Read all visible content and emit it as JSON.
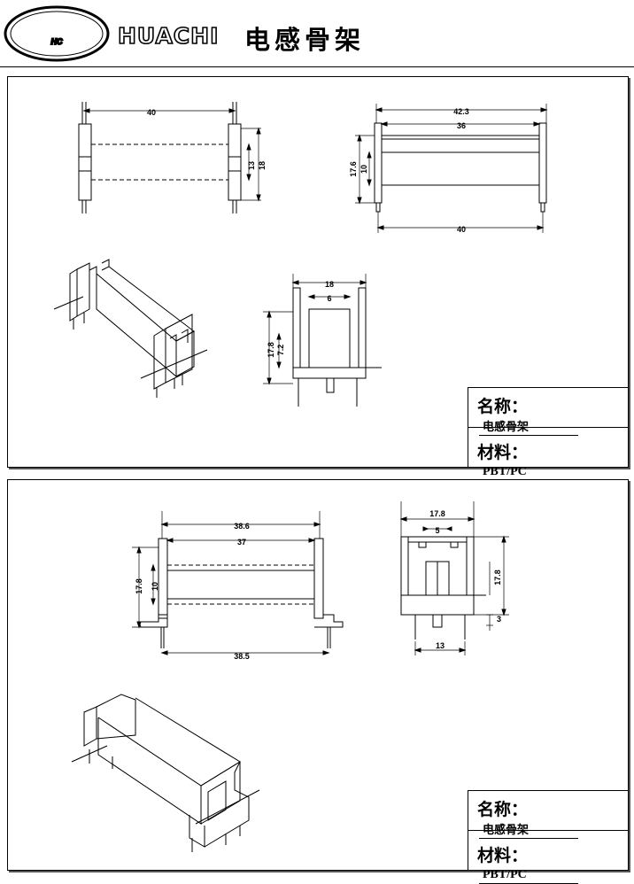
{
  "header": {
    "logo_text": "HC",
    "brand": "HUACHI",
    "title": "电感骨架"
  },
  "panels": [
    {
      "dimensions": {
        "front_width": "40",
        "front_height": "18",
        "front_inner": "13",
        "side_overall": "42.3",
        "side_inner": "36",
        "side_height": "17.6",
        "side_core": "10",
        "side_pin": "40",
        "end_width": "18",
        "end_slot": "6",
        "end_height": "17.8",
        "end_core": "7.2"
      },
      "label": {
        "name_key": "名称：",
        "name_value": "电感骨架",
        "material_key": "材料：",
        "material_value": "PBT/PC"
      }
    },
    {
      "dimensions": {
        "side_overall": "38.6",
        "side_inner": "37",
        "side_height": "17.8",
        "side_core": "10",
        "side_pin": "38.5",
        "end_width": "17.8",
        "end_slot": "5",
        "end_height": "17.8",
        "end_pin_len": "3",
        "end_pin_pitch": "13"
      },
      "label": {
        "name_key": "名称：",
        "name_value": "电感骨架",
        "material_key": "材料：",
        "material_value": "PBT/PC"
      }
    }
  ]
}
